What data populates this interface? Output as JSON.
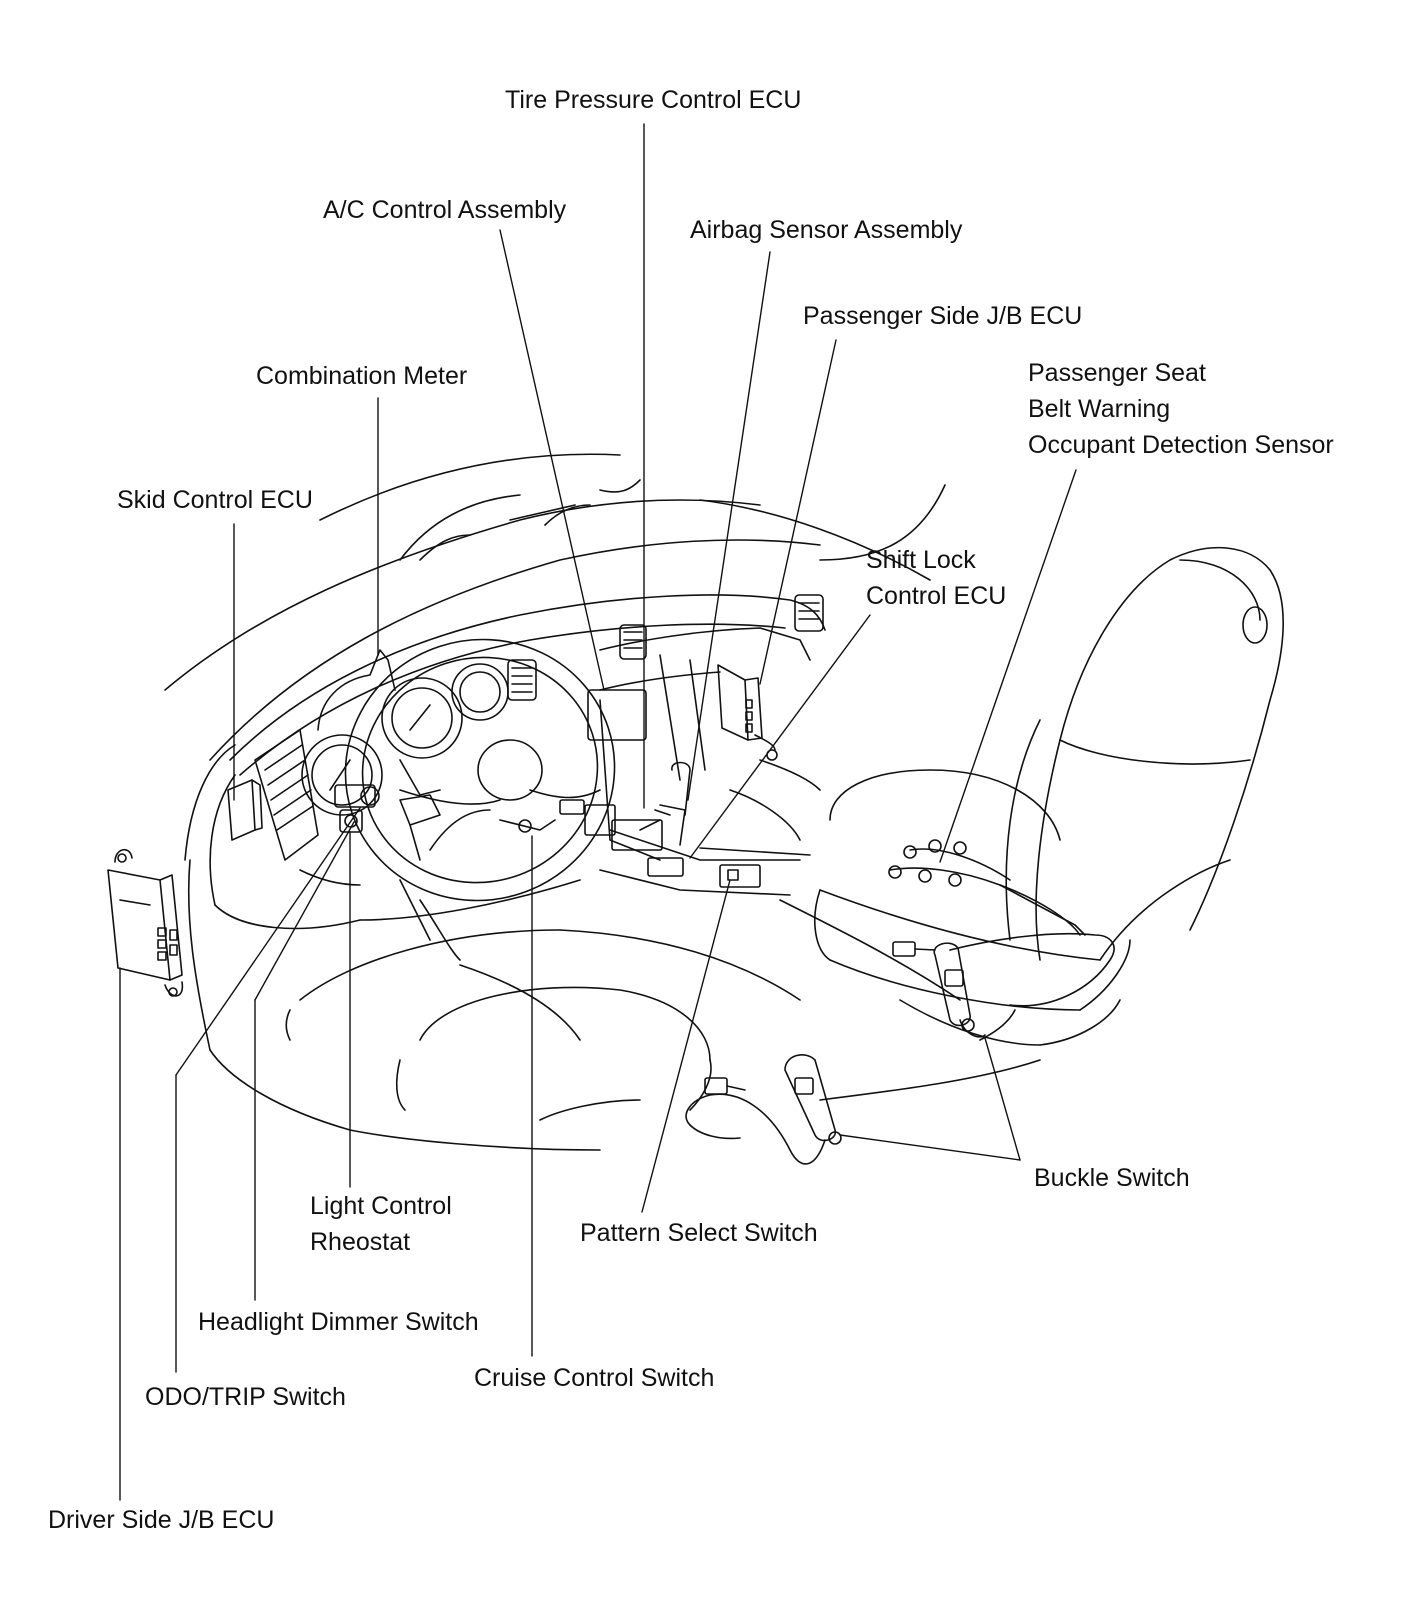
{
  "colors": {
    "ink": "#111111",
    "background": "#ffffff"
  },
  "labels": {
    "tire_pressure_control_ecu": "Tire Pressure Control ECU",
    "ac_control_assembly": "A/C Control Assembly",
    "airbag_sensor_assembly": "Airbag Sensor Assembly",
    "passenger_side_jb_ecu": "Passenger Side J/B ECU",
    "combination_meter": "Combination Meter",
    "passenger_seat_line1": "Passenger Seat",
    "passenger_seat_line2": "Belt Warning",
    "passenger_seat_line3": "Occupant Detection Sensor",
    "skid_control_ecu": "Skid Control ECU",
    "shift_lock_line1": "Shift Lock",
    "shift_lock_line2": "Control ECU",
    "buckle_switch": "Buckle Switch",
    "light_control_line1": "Light Control",
    "light_control_line2": "Rheostat",
    "pattern_select_switch": "Pattern Select Switch",
    "headlight_dimmer_switch": "Headlight Dimmer Switch",
    "cruise_control_switch": "Cruise Control Switch",
    "odo_trip_switch": "ODO/TRIP Switch",
    "driver_side_jb_ecu": "Driver Side J/B ECU"
  }
}
